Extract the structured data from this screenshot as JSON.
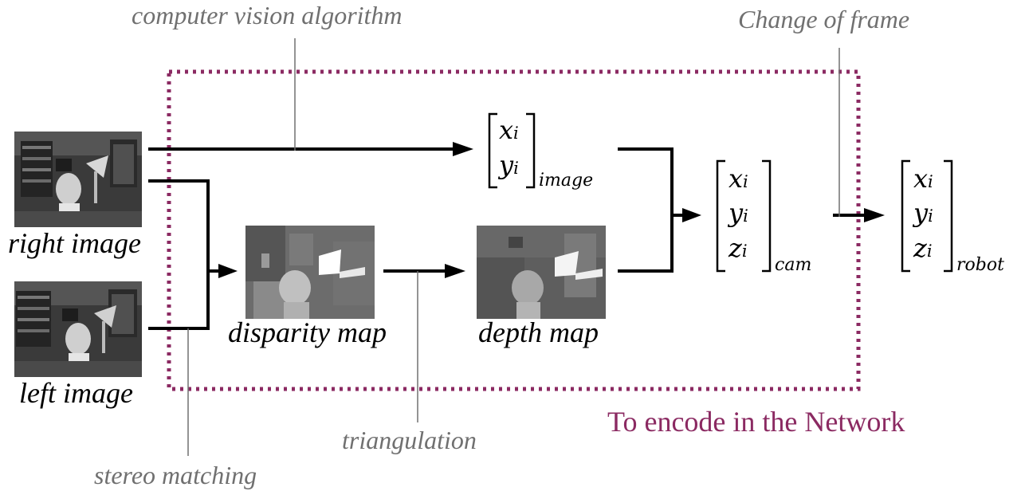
{
  "diagram": {
    "inputs": {
      "right_image": "right image",
      "left_image": "left image"
    },
    "maps": {
      "disparity": "disparity map",
      "depth": "depth map"
    },
    "steps": {
      "computer_vision": "computer vision algorithm",
      "stereo_matching": "stereo matching",
      "triangulation": "triangulation",
      "change_of_frame": "Change of frame"
    },
    "network_box_label": "To encode in the Network",
    "vectors": {
      "image": {
        "rows": [
          "x",
          "y"
        ],
        "index": "i",
        "subscript": "image"
      },
      "cam": {
        "rows": [
          "x",
          "y",
          "z"
        ],
        "index": "i",
        "subscript": "cam"
      },
      "robot": {
        "rows": [
          "x",
          "y",
          "z"
        ],
        "index": "i",
        "subscript": "robot"
      }
    },
    "colors": {
      "network_box": "#8b2a62",
      "annotation_text": "#707070",
      "arrows": "#000000"
    }
  }
}
